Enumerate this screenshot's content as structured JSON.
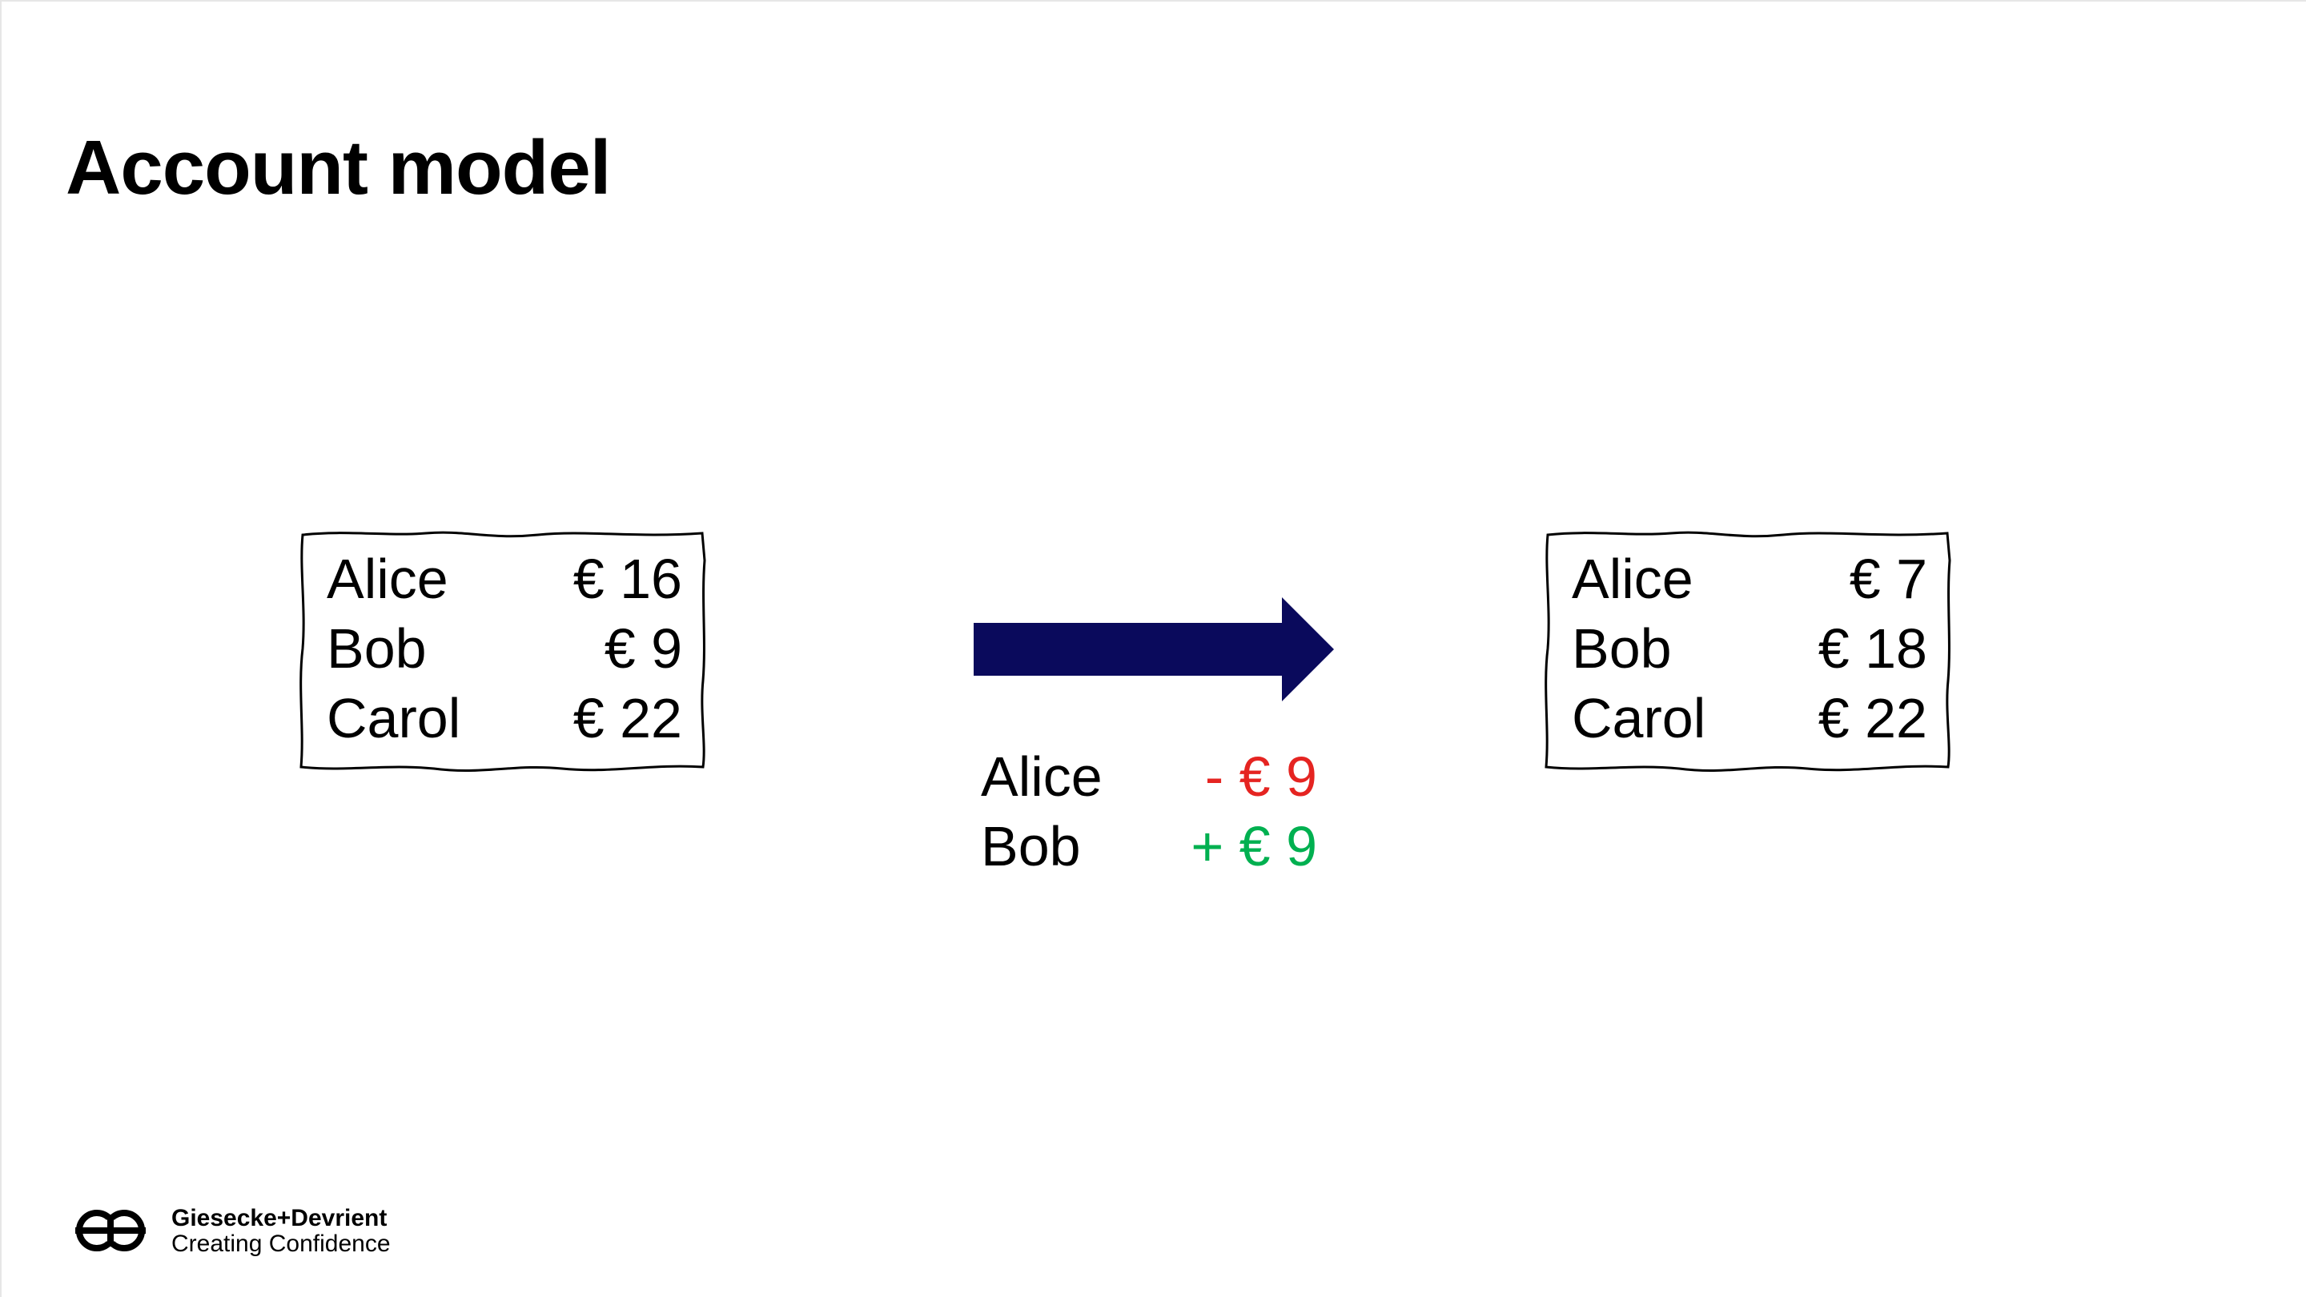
{
  "title": "Account model",
  "ledger_before": {
    "rows": [
      {
        "name": "Alice",
        "amount": "€ 16"
      },
      {
        "name": "Bob",
        "amount": "€ 9"
      },
      {
        "name": "Carol",
        "amount": "€ 22"
      }
    ]
  },
  "transaction": {
    "rows": [
      {
        "name": "Alice",
        "delta": "- € 9",
        "color": "#e52421"
      },
      {
        "name": "Bob",
        "delta": "+ € 9",
        "color": "#00b050"
      }
    ]
  },
  "ledger_after": {
    "rows": [
      {
        "name": "Alice",
        "amount": "€ 7"
      },
      {
        "name": "Bob",
        "amount": "€ 18"
      },
      {
        "name": "Carol",
        "amount": "€ 22"
      }
    ]
  },
  "colors": {
    "arrow": "#0a0a5c",
    "negative": "#e52421",
    "positive": "#00b050"
  },
  "logo": {
    "icon": "g-and-d-logo-icon",
    "company": "Giesecke+Devrient",
    "tagline": "Creating Confidence"
  }
}
